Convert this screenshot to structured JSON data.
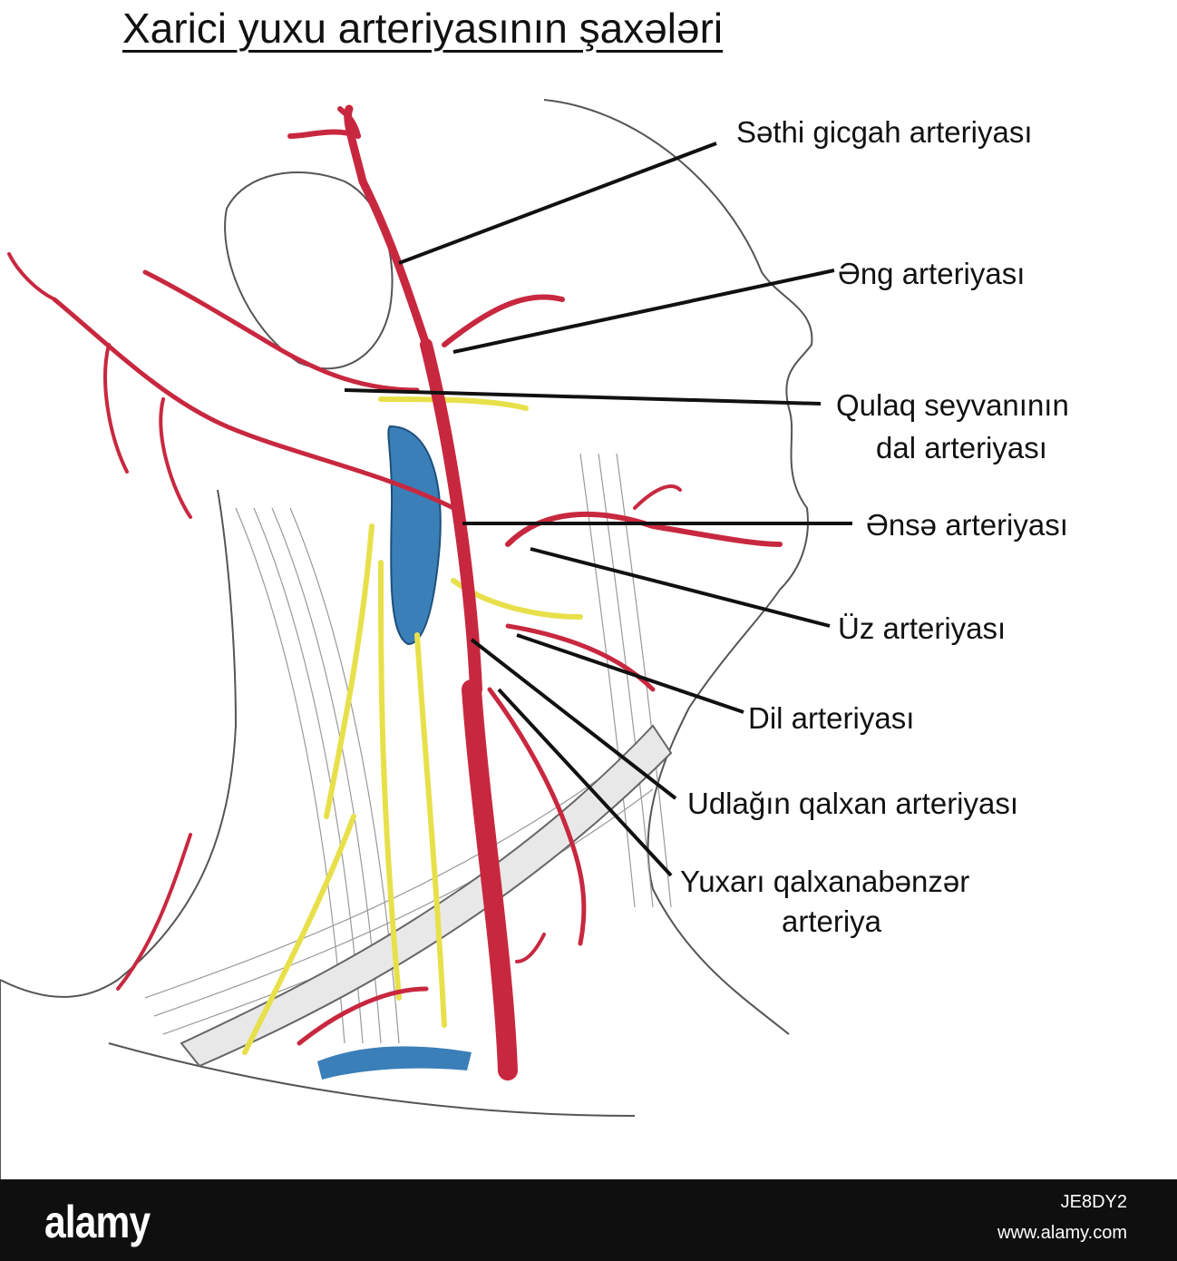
{
  "title": "Xarici yuxu arteriyasının şaxələri",
  "labels": [
    {
      "id": "superficial-temporal",
      "lines": [
        "Səthi gicgah arteriyası"
      ]
    },
    {
      "id": "maxillary",
      "lines": [
        "Əng arteriyası"
      ]
    },
    {
      "id": "posterior-auricular",
      "lines": [
        "Qulaq seyvanının",
        "dal arteriyası"
      ]
    },
    {
      "id": "occipital",
      "lines": [
        "Ənsə arteriyası"
      ]
    },
    {
      "id": "facial",
      "lines": [
        "Üz arteriyası"
      ]
    },
    {
      "id": "lingual",
      "lines": [
        "Dil arteriyası"
      ]
    },
    {
      "id": "ascending-pharyngeal",
      "lines": [
        "Udlağın qalxan arteriyası"
      ]
    },
    {
      "id": "superior-thyroid",
      "lines": [
        "Yuxarı qalxanabənzər",
        "arteriya"
      ]
    }
  ],
  "footer": {
    "logo": "alamy",
    "image_id": "JE8DY2",
    "site": "www.alamy.com"
  },
  "colors": {
    "artery": "#c8283f",
    "vein": "#3a7fb8",
    "nerve": "#e8e04a",
    "line": "#111111"
  }
}
